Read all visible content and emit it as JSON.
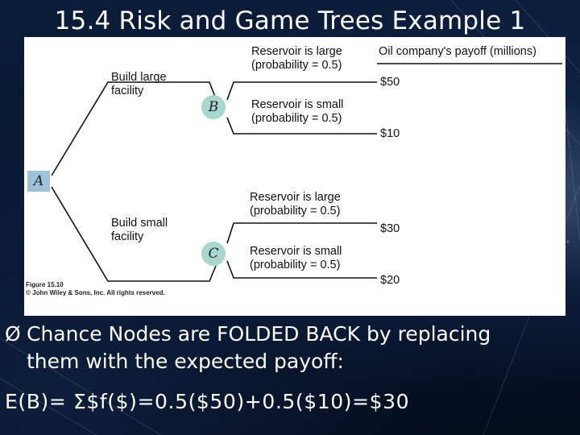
{
  "slide": {
    "title": "15.4 Risk and Game Trees Example 1",
    "bullet_marker": "Ø",
    "bullet_line1": "Chance Nodes are FOLDED BACK by replacing",
    "bullet_line2": "them with the expected payoff:",
    "formula": "E(B)= Σ$f($)=0.5($50)+0.5($10)=$30"
  },
  "figure": {
    "header": "Oil company's payoff (millions)",
    "nodes": {
      "a": "A",
      "b": "B",
      "c": "C"
    },
    "branches": {
      "build_large": "Build large\nfacility",
      "build_small": "Build small\nfacility",
      "b_large": "Reservoir is large\n(probability = 0.5)",
      "b_small": "Reservoir is small\n(probability = 0.5)",
      "c_large": "Reservoir is large\n(probability = 0.5)",
      "c_small": "Reservoir is small\n(probability = 0.5)"
    },
    "payoffs": [
      "$50",
      "$10",
      "$30",
      "$20"
    ],
    "caption_line1": "Figure 15.10",
    "caption_line2": "© John Wiley & Sons, Inc. All rights reserved."
  }
}
